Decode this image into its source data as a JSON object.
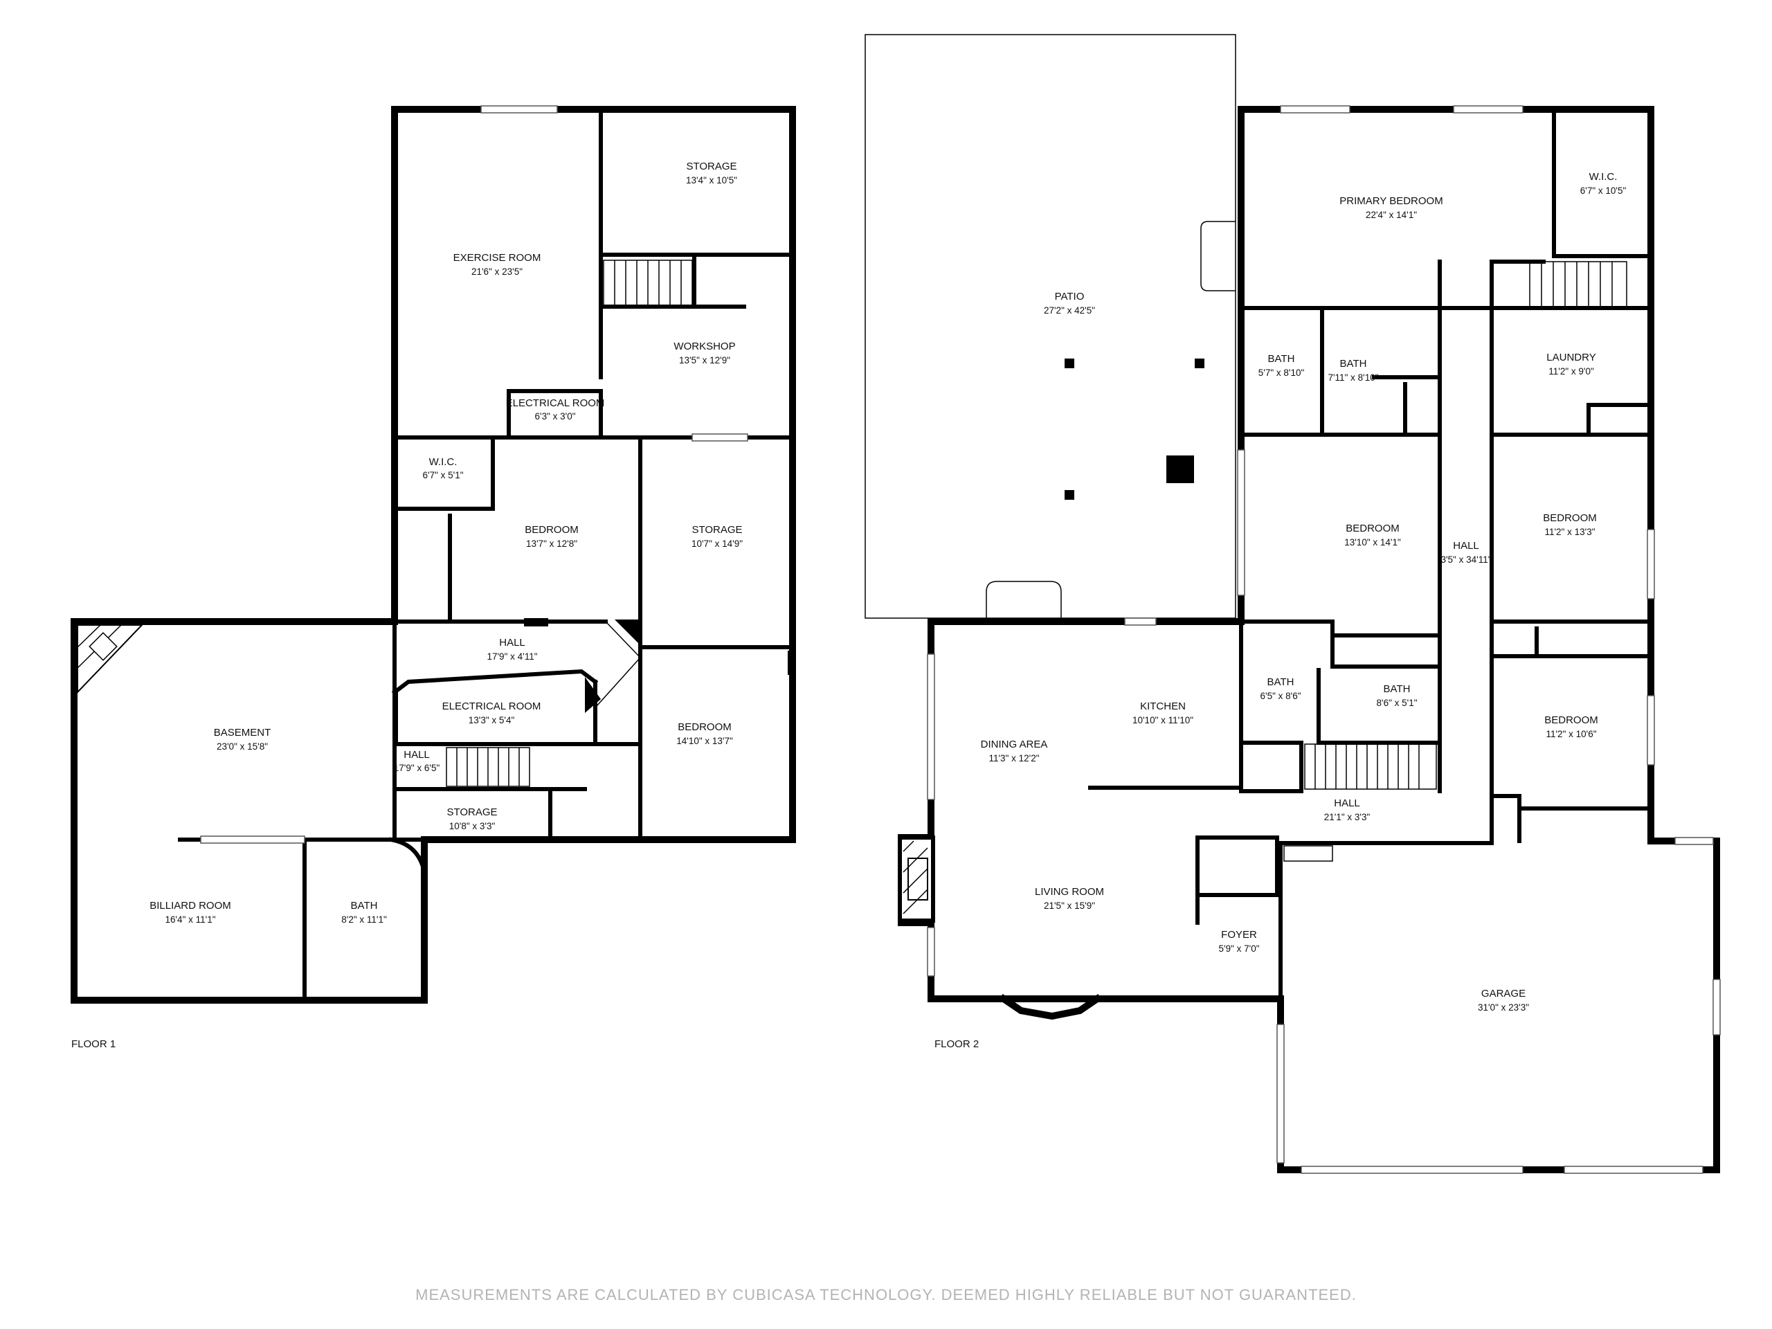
{
  "floors": [
    {
      "label": "FLOOR 1",
      "rooms": [
        {
          "id": "exercise-room",
          "name": "EXERCISE ROOM",
          "dims": "21'6\" x 23'5\""
        },
        {
          "id": "storage-1",
          "name": "STORAGE",
          "dims": "13'4\" x 10'5\""
        },
        {
          "id": "workshop",
          "name": "WORKSHOP",
          "dims": "13'5\" x 12'9\""
        },
        {
          "id": "electrical-room-1",
          "name": "ELECTRICAL ROOM",
          "dims": "6'3\" x 3'0\""
        },
        {
          "id": "wic-1",
          "name": "W.I.C.",
          "dims": "6'7\" x 5'1\""
        },
        {
          "id": "bedroom-1",
          "name": "BEDROOM",
          "dims": "13'7\" x 12'8\""
        },
        {
          "id": "storage-2",
          "name": "STORAGE",
          "dims": "10'7\" x 14'9\""
        },
        {
          "id": "hall-1",
          "name": "HALL",
          "dims": "17'9\" x 4'11\""
        },
        {
          "id": "basement",
          "name": "BASEMENT",
          "dims": "23'0\" x 15'8\""
        },
        {
          "id": "electrical-room-2",
          "name": "ELECTRICAL ROOM",
          "dims": "13'3\" x 5'4\""
        },
        {
          "id": "bedroom-2",
          "name": "BEDROOM",
          "dims": "14'10\" x 13'7\""
        },
        {
          "id": "hall-2",
          "name": "HALL",
          "dims": "17'9\" x 6'5\""
        },
        {
          "id": "storage-3",
          "name": "STORAGE",
          "dims": "10'8\" x 3'3\""
        },
        {
          "id": "billiard-room",
          "name": "BILLIARD ROOM",
          "dims": "16'4\" x 11'1\""
        },
        {
          "id": "bath-1",
          "name": "BATH",
          "dims": "8'2\" x 11'1\""
        }
      ]
    },
    {
      "label": "FLOOR 2",
      "rooms": [
        {
          "id": "patio",
          "name": "PATIO",
          "dims": "27'2\" x 42'5\""
        },
        {
          "id": "primary-bedroom",
          "name": "PRIMARY BEDROOM",
          "dims": "22'4\" x 14'1\""
        },
        {
          "id": "wic-2",
          "name": "W.I.C.",
          "dims": "6'7\" x 10'5\""
        },
        {
          "id": "bath-2",
          "name": "BATH",
          "dims": "5'7\" x 8'10\""
        },
        {
          "id": "bath-3",
          "name": "BATH",
          "dims": "7'11\" x 8'10\""
        },
        {
          "id": "laundry",
          "name": "LAUNDRY",
          "dims": "11'2\" x 9'0\""
        },
        {
          "id": "bedroom-3",
          "name": "BEDROOM",
          "dims": "13'10\" x 14'1\""
        },
        {
          "id": "hall-3",
          "name": "HALL",
          "dims": "3'5\" x 34'11\""
        },
        {
          "id": "bedroom-4",
          "name": "BEDROOM",
          "dims": "11'2\" x 13'3\""
        },
        {
          "id": "bath-4",
          "name": "BATH",
          "dims": "6'5\" x 8'6\""
        },
        {
          "id": "kitchen",
          "name": "KITCHEN",
          "dims": "10'10\" x 11'10\""
        },
        {
          "id": "bath-5",
          "name": "BATH",
          "dims": "8'6\" x 5'1\""
        },
        {
          "id": "bedroom-5",
          "name": "BEDROOM",
          "dims": "11'2\" x 10'6\""
        },
        {
          "id": "dining-area",
          "name": "DINING AREA",
          "dims": "11'3\" x 12'2\""
        },
        {
          "id": "hall-4",
          "name": "HALL",
          "dims": "21'1\" x 3'3\""
        },
        {
          "id": "living-room",
          "name": "LIVING ROOM",
          "dims": "21'5\" x 15'9\""
        },
        {
          "id": "foyer",
          "name": "FOYER",
          "dims": "5'9\" x 7'0\""
        },
        {
          "id": "garage",
          "name": "GARAGE",
          "dims": "31'0\" x 23'3\""
        }
      ]
    }
  ],
  "disclaimer": "MEASUREMENTS ARE CALCULATED BY CUBICASA TECHNOLOGY. DEEMED HIGHLY RELIABLE BUT NOT GUARANTEED."
}
